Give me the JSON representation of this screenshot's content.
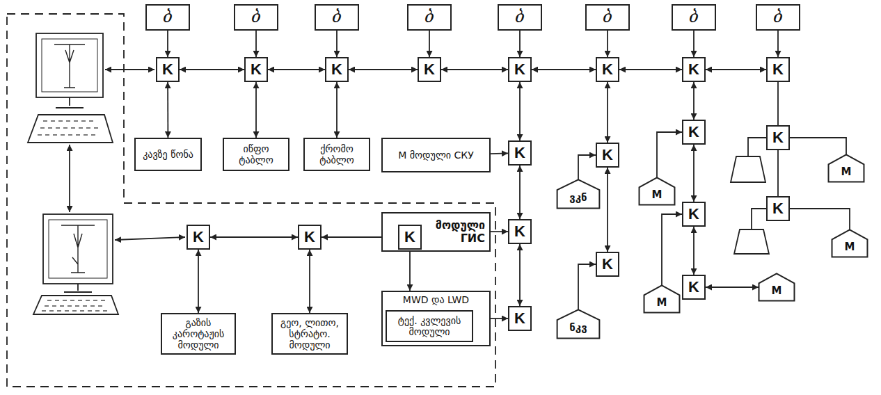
{
  "diagram": {
    "nodes": [
      {
        "text": [
          "ბ"
        ]
      },
      {
        "text": [
          "ბ"
        ]
      },
      {
        "text": [
          "ბ"
        ]
      },
      {
        "text": [
          "ბ"
        ]
      },
      {
        "text": [
          "ბ"
        ]
      },
      {
        "text": [
          "ბ"
        ]
      },
      {
        "text": [
          "ბ"
        ]
      },
      {
        "text": [
          "ბ"
        ]
      },
      {
        "text": [
          "K"
        ]
      },
      {
        "text": [
          "K"
        ]
      },
      {
        "text": [
          "K"
        ]
      },
      {
        "text": [
          "K"
        ]
      },
      {
        "text": [
          "K"
        ]
      },
      {
        "text": [
          "K"
        ]
      },
      {
        "text": [
          "K"
        ]
      },
      {
        "text": [
          "K"
        ]
      },
      {
        "text": [
          "კავზე წონა"
        ]
      },
      {
        "text": [
          "იწფო ტაბლო"
        ]
      },
      {
        "text": [
          "ქრომო ტაბლო"
        ]
      },
      {
        "text": [
          "M მოდული СКУ"
        ]
      },
      {
        "text": [
          "K"
        ]
      },
      {
        "text": [
          "K"
        ]
      },
      {
        "text": [
          "K"
        ]
      },
      {
        "text": [
          "K"
        ]
      },
      {
        "text": [
          "M"
        ]
      },
      {
        "text": [
          "ვკნ"
        ]
      },
      {
        "text": [
          "M"
        ]
      },
      {
        "text": [
          "K"
        ]
      },
      {
        "text": [
          "K"
        ]
      },
      {
        "text": [
          "M"
        ]
      },
      {
        "text": [
          "მოდული ГИС"
        ]
      },
      {
        "text": [
          "K"
        ],
        "in": 30
      },
      {
        "text": [
          "K"
        ]
      },
      {
        "text": [
          "K"
        ]
      },
      {
        "text": [
          "K"
        ]
      },
      {
        "text": [
          "K"
        ]
      },
      {
        "text": [
          "K"
        ]
      },
      {
        "text": [
          "MWD და LWD"
        ]
      },
      {
        "text": [
          "ტექ. კვლევის მოდული"
        ],
        "in": 37
      },
      {
        "text": [
          "K"
        ]
      },
      {
        "text": [
          "M"
        ]
      },
      {
        "text": [
          "M"
        ]
      },
      {
        "text": [
          "ნკვ"
        ]
      },
      {
        "text": [
          "გაზის კაროტაჟის მოდული"
        ]
      },
      {
        "text": [
          "გეო, ლითო, სტრატო. მოდული"
        ]
      }
    ],
    "edges": [
      {
        "from": 0,
        "to": 8,
        "arrow": "to"
      },
      {
        "from": 1,
        "to": 9,
        "arrow": "to"
      },
      {
        "from": 2,
        "to": 10,
        "arrow": "to"
      },
      {
        "from": 3,
        "to": 11,
        "arrow": "to"
      },
      {
        "from": 4,
        "to": 12,
        "arrow": "to"
      },
      {
        "from": 5,
        "to": 13,
        "arrow": "to"
      },
      {
        "from": 6,
        "to": 14,
        "arrow": "to"
      },
      {
        "from": 7,
        "to": 15,
        "arrow": "to"
      },
      {
        "from": 8,
        "to": 9,
        "arrow": "both"
      },
      {
        "from": 9,
        "to": 10,
        "arrow": "both"
      },
      {
        "from": 10,
        "to": 11,
        "arrow": "both"
      },
      {
        "from": 11,
        "to": 12,
        "arrow": "both"
      },
      {
        "from": 12,
        "to": 13,
        "arrow": "both"
      },
      {
        "from": 13,
        "to": 14,
        "arrow": "both"
      },
      {
        "from": 14,
        "to": 15,
        "arrow": "both"
      },
      {
        "from": 8,
        "to": 16,
        "arrow": "both"
      },
      {
        "from": 9,
        "to": 17,
        "arrow": "both"
      },
      {
        "from": 10,
        "to": 18,
        "arrow": "both"
      },
      {
        "from": 12,
        "to": 20,
        "arrow": "both"
      },
      {
        "from": 19,
        "to": 20,
        "arrow": "to"
      },
      {
        "from": 20,
        "to": 32,
        "arrow": "both"
      },
      {
        "from": 30,
        "to": 32,
        "arrow": "to"
      },
      {
        "from": 32,
        "to": 39,
        "arrow": "both"
      },
      {
        "from": 37,
        "to": 39,
        "arrow": "to"
      },
      {
        "from": 33,
        "to": 34,
        "arrow": "both"
      },
      {
        "from": 34,
        "to": 31,
        "arrow": "both"
      },
      {
        "from": 31,
        "to": 37,
        "arrow": "to"
      },
      {
        "from": 33,
        "to": 43,
        "arrow": "both"
      },
      {
        "from": 34,
        "to": 44,
        "arrow": "both"
      },
      {
        "from": 13,
        "to": 21,
        "arrow": "both"
      },
      {
        "from": 25,
        "to": 21,
        "arrow": "to"
      },
      {
        "from": 21,
        "to": 35,
        "arrow": "both"
      },
      {
        "from": 42,
        "to": 35,
        "arrow": "to"
      },
      {
        "from": 14,
        "to": 22,
        "arrow": "both"
      },
      {
        "from": 26,
        "to": 22,
        "arrow": "to"
      },
      {
        "from": 22,
        "to": 27,
        "arrow": "both"
      },
      {
        "from": 40,
        "to": 27,
        "arrow": "to"
      },
      {
        "from": 27,
        "to": 36,
        "arrow": "both"
      },
      {
        "from": 36,
        "to": 41,
        "arrow": "both"
      },
      {
        "from": 15,
        "to": 23,
        "arrow": "none"
      },
      {
        "from": 23,
        "to": 28,
        "arrow": "none"
      },
      {
        "from": 23,
        "to": 24,
        "arrow": "none"
      },
      {
        "from": 28,
        "to": 29,
        "arrow": "none"
      }
    ]
  }
}
